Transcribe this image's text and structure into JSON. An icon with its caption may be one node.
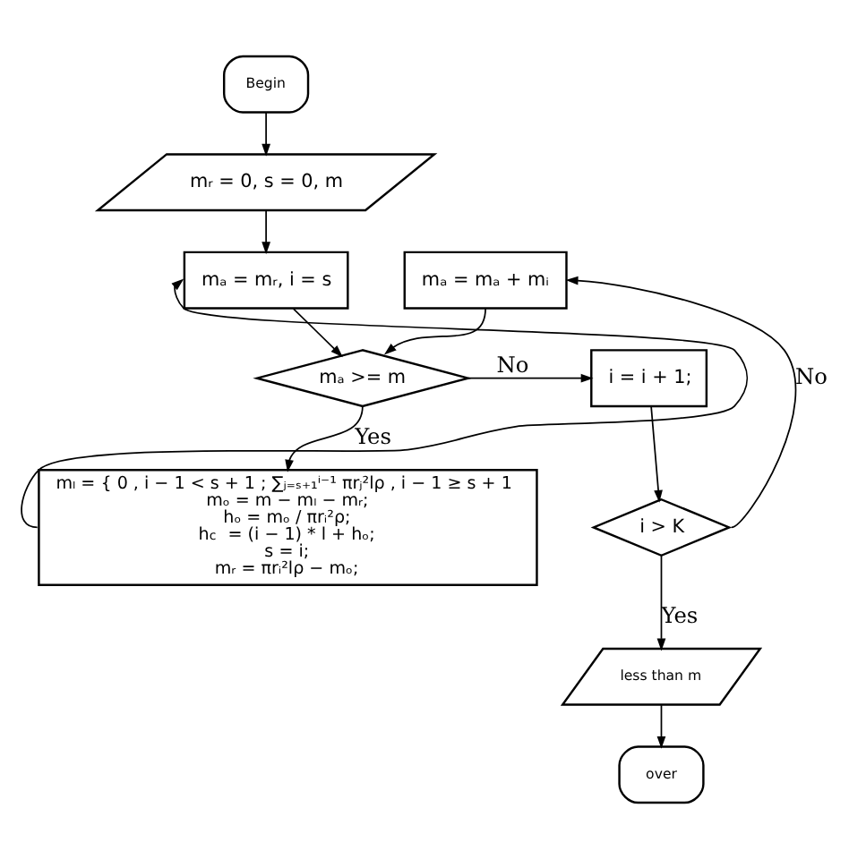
{
  "diagram": {
    "nodes": [
      {
        "text": [
          "Begin"
        ]
      },
      {
        "text": [
          "mᵣ = 0, s = 0, m"
        ]
      },
      {
        "text": [
          "mₐ = mᵣ, i = s"
        ]
      },
      {
        "text": [
          "mₐ = mₐ + mᵢ"
        ]
      },
      {
        "text": [
          "mₐ >= m"
        ]
      },
      {
        "text": [
          "i = i + 1;"
        ]
      },
      {
        "text": [
          "mₗ = { 0 , i − 1 < s + 1 ; ∑ⱼ₌ₛ₊₁ⁱ⁻¹ πrⱼ²lρ , i − 1 ≥ s + 1",
          "mₒ = m − mₗ − mᵣ;",
          "hₒ = mₒ / πrᵢ²ρ;",
          "h$_{c}$ = (i − 1) * l + hₒ;",
          "s = i;",
          "mᵣ = πrᵢ²lρ − mₒ;"
        ]
      },
      {
        "text": [
          "i > K"
        ]
      },
      {
        "text": [
          "less than m"
        ]
      },
      {
        "text": [
          "over"
        ]
      }
    ],
    "edges": [
      {
        "from": 0,
        "to": 1,
        "arrow": "to"
      },
      {
        "from": 1,
        "to": 2,
        "arrow": "to"
      },
      {
        "from": 6,
        "to": 2,
        "arrow": "to"
      },
      {
        "from": 2,
        "to": 4,
        "arrow": "to"
      },
      {
        "from": 3,
        "to": 4,
        "arrow": "to"
      },
      {
        "from": 4,
        "to": 5,
        "label": "No",
        "arrow": "to"
      },
      {
        "from": 4,
        "to": 6,
        "label": "Yes",
        "arrow": "to"
      },
      {
        "from": 5,
        "to": 7,
        "arrow": "to"
      },
      {
        "from": 7,
        "to": 3,
        "label": "No",
        "arrow": "to"
      },
      {
        "from": 7,
        "to": 8,
        "label": "Yes",
        "arrow": "to"
      },
      {
        "from": 8,
        "to": 9,
        "arrow": "to"
      }
    ]
  }
}
